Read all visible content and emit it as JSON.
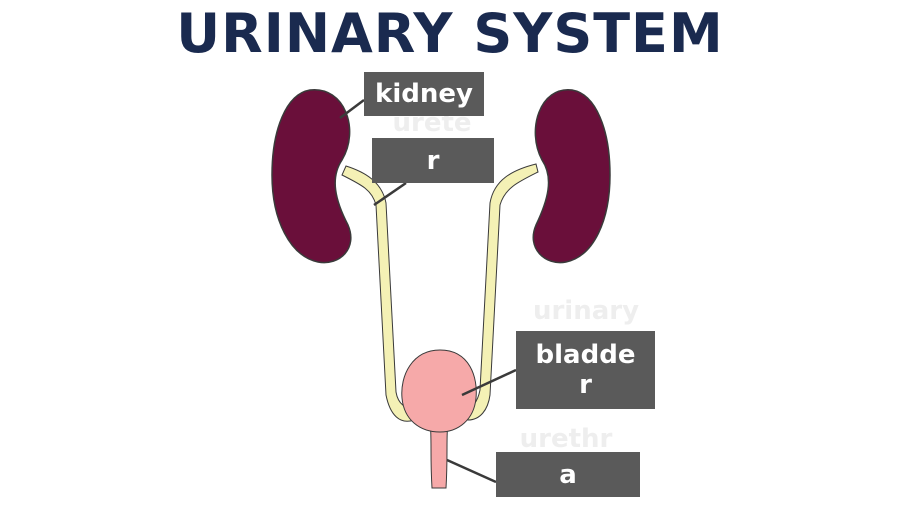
{
  "title": "URINARY SYSTEM",
  "colors": {
    "title": "#1a2a4f",
    "kidney": "#6a0f3a",
    "ureter": "#f4f1b5",
    "bladder": "#f6a9a9",
    "label_box": "#5a5a5a",
    "label_text": "#ffffff",
    "ghost_text": "#eeeeee",
    "outline": "#3a3a3a"
  },
  "labels": {
    "kidney": {
      "text": "kidney"
    },
    "ureter": {
      "ghost": "urete",
      "box": "r"
    },
    "bladder": {
      "ghost": "urinary",
      "line1": "bladde",
      "line2": "r"
    },
    "urethra": {
      "ghost": "urethr",
      "box": "a"
    }
  }
}
